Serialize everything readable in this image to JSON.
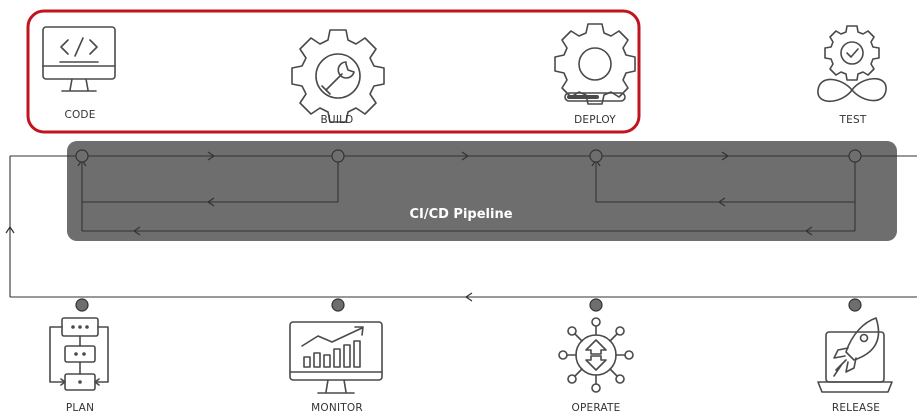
{
  "stages_top": [
    {
      "id": "code",
      "label": "CODE",
      "icon": "code-monitor-icon"
    },
    {
      "id": "build",
      "label": "BUILD",
      "icon": "gear-wrench-icon"
    },
    {
      "id": "deploy",
      "label": "DEPLOY",
      "icon": "gear-progress-icon"
    },
    {
      "id": "test",
      "label": "TEST",
      "icon": "infinity-gear-check-icon"
    }
  ],
  "stages_bottom": [
    {
      "id": "plan",
      "label": "PLAN",
      "icon": "flowchart-icon"
    },
    {
      "id": "monitor",
      "label": "MONITOR",
      "icon": "monitor-chart-icon"
    },
    {
      "id": "operate",
      "label": "OPERATE",
      "icon": "hub-arrows-icon"
    },
    {
      "id": "release",
      "label": "RELEASE",
      "icon": "laptop-rocket-icon"
    }
  ],
  "pipeline": {
    "label": "CI/CD Pipeline"
  },
  "colors": {
    "highlight_border": "#c0141e",
    "pipeline_band": "#6e6e6e",
    "line": "#333333",
    "node_fill": "#6e6e6e",
    "icon_stroke": "#4a4a4a"
  }
}
